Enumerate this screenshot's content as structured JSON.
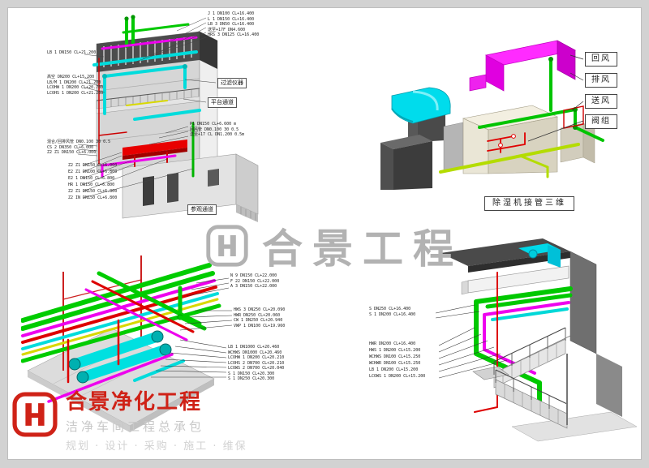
{
  "watermark": {
    "text": "合景工程"
  },
  "brand": {
    "title": "合景净化工程",
    "subtitle": "洁净车间工程总承包",
    "tagline": "规划 · 设计 · 采购 · 施工 · 维保"
  },
  "palette": {
    "pipe_green": "#00c800",
    "pipe_magenta": "#ee00ee",
    "pipe_cyan": "#00dcdc",
    "pipe_red": "#dd0000",
    "pipe_yellow_green": "#b4dc00",
    "duct_magenta": "#ff2bff",
    "brand_red": "#cf2217",
    "watermark_gray": "#b2b2b2"
  },
  "views": {
    "building": {
      "top_right_notes": [
        "J 1 DN100 CL+16.400",
        "L 1 DN150 CL+16.400",
        "LB 3 DN50 CL+16.400",
        "送至+17F DN4.600",
        "HRS 3 DN125 CL+16.400"
      ],
      "left_notes_a": [
        "LB 1 DN150 CL+21.200"
      ],
      "left_notes_b": [
        "高空 DN200 CL+15.200",
        "LB/M 1 DN200 CL+21.200",
        "LCOHW 1 DN200 CL+20.700",
        "LCOHS 1 DN200 CL+21.200"
      ],
      "mid_notes": [
        "P1 DN150 CL+6.600 m",
        "回风管 DN0.100 30 0.5",
        "送至+17 CL DN1.200 0.5m"
      ],
      "left_notes_c": [
        "混合/回排风管 DN0.100 30 0.5",
        "CS 2 DN350 CL+6.000",
        "Z2 Z1 DN150 CL+6.000"
      ],
      "left_notes_d": [
        "Z2 Z1 DN150 CL+6.000",
        "E2 Z1 DN100 CL+6.800",
        "E2 1 DN150 CL+6.800",
        "HR 1 DN150 CL+6.800",
        "Z2 Z1 DN150 CL+6.800",
        "Z2 IN DN150 CL+6.800"
      ],
      "callout_filter": "过滤仪器",
      "callout_platform": "平台通道",
      "callout_visit": "参观通道"
    },
    "dehumidifier": {
      "tags": [
        "回风",
        "排风",
        "送风",
        "阀组"
      ],
      "caption": "除湿机接管三维"
    },
    "piperack": {
      "notes_a": [
        "N 9 DN150 CL+22.000",
        "F 22 DN150 CL+22.000",
        "A 3 DN150 CL+22.000"
      ],
      "notes_b": [
        "HWS 3 DN250 CL+20.090",
        "HWR DN250 CL+20.060",
        "CW 1 DN250 CL+20.940",
        "VWP 1 DN100 CL+19.960"
      ],
      "notes_c": [
        "LB 1 DN1000 CL+20.460",
        "WCHWS DN1000 CL+20.460",
        "LCOHW 1 DN200 CL+20.210",
        "LCOHS 2 DN700 CL+20.210",
        "LCOWS 2 DN700 CL+20.040",
        "S 1 DN150 CL+20.300",
        "S 1 DN250 CL+20.300"
      ]
    },
    "staircase": {
      "notes_a": [
        "S DN250 CL+16.400",
        "S 1 DN200 CL+16.400"
      ],
      "notes_b": [
        "HWR DN200 CL+16.400",
        "HWS 1 DN200 CL+15.200",
        "WCHWS DN100 CL+15.250",
        "WCHWR DN100 CL+15.250",
        "LB 1 DN200 CL+15.200",
        "LCOWS 1 DN200 CL+15.200"
      ]
    }
  }
}
